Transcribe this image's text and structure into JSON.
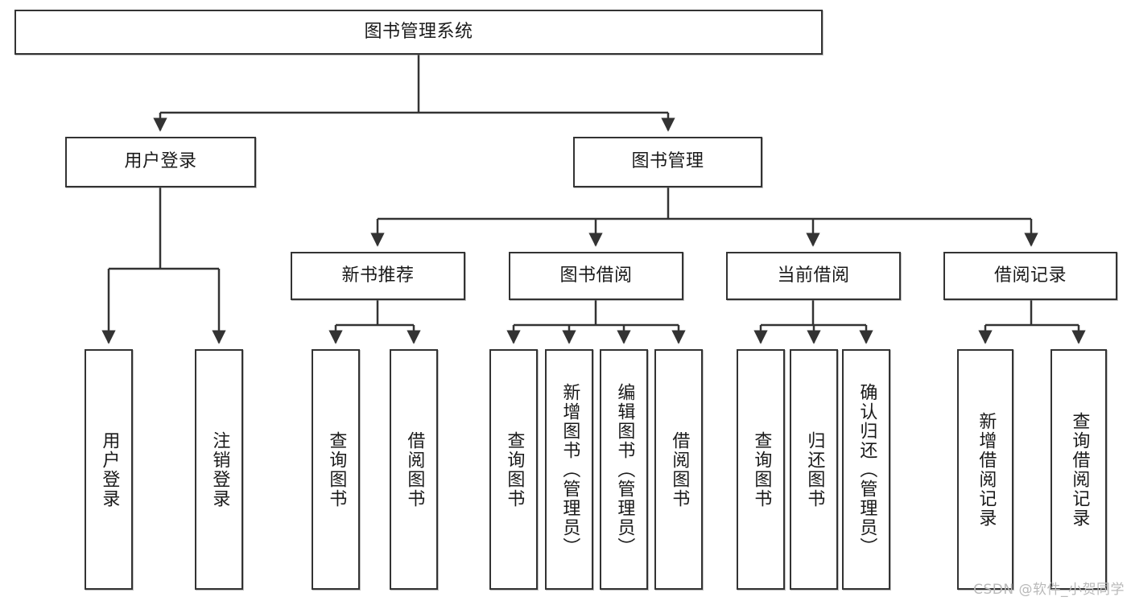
{
  "diagram": {
    "title": "图书管理系统",
    "root": {
      "label": "图书管理系统"
    },
    "level2": [
      {
        "label": "用户登录"
      },
      {
        "label": "图书管理"
      }
    ],
    "level3": [
      {
        "label": "新书推荐"
      },
      {
        "label": "图书借阅"
      },
      {
        "label": "当前借阅"
      },
      {
        "label": "借阅记录"
      }
    ],
    "leaves": {
      "user_login": [
        {
          "label": "用户登录"
        },
        {
          "label": "注销登录"
        }
      ],
      "new_book_recommend": [
        {
          "label": "查询图书"
        },
        {
          "label": "借阅图书"
        }
      ],
      "book_borrow": [
        {
          "label": "查询图书"
        },
        {
          "label": "新增图书（管理员）"
        },
        {
          "label": "编辑图书（管理员）"
        },
        {
          "label": "借阅图书"
        }
      ],
      "current_borrow": [
        {
          "label": "查询图书"
        },
        {
          "label": "归还图书"
        },
        {
          "label": "确认归还（管理员）"
        }
      ],
      "borrow_record": [
        {
          "label": "新增借阅记录"
        },
        {
          "label": "查询借阅记录"
        }
      ]
    },
    "watermark": "CSDN @软件_小贺同学",
    "colors": {
      "stroke": "#333333",
      "background": "#ffffff",
      "text": "#1a1a1a",
      "watermark": "#b9b9b9"
    }
  }
}
